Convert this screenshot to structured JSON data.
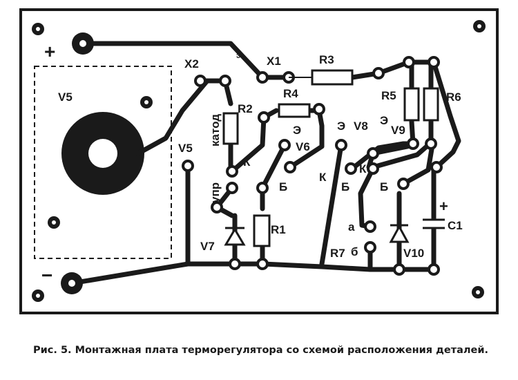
{
  "labels": {
    "plus_top": "+",
    "minus_bottom": "−",
    "x1": "X1",
    "x2": "X2",
    "r1": "R1",
    "r2": "R2",
    "r3": "R3",
    "r4": "R4",
    "r5": "R5",
    "r6": "R6",
    "r7": "R7",
    "v5_box": "V5",
    "v5_pad": "V5",
    "v6": "V6",
    "v7": "V7",
    "v8": "V8",
    "v9": "V9",
    "v10": "V10",
    "c1": "C1",
    "c1_plus": "+",
    "katod": "катод",
    "upr": "упр",
    "k_v6": "К",
    "e_v6": "Э",
    "b_v6": "Б",
    "k_mid": "К",
    "e_v8": "Э",
    "b_v8": "Б",
    "e_v9": "Э",
    "k_v9": "К",
    "b_v9": "Б",
    "pad_a": "а",
    "pad_b": "б",
    "tick_mark": "э"
  },
  "caption": "Рис. 5. Монтажная плата терморегулятора со схемой расположения деталей."
}
